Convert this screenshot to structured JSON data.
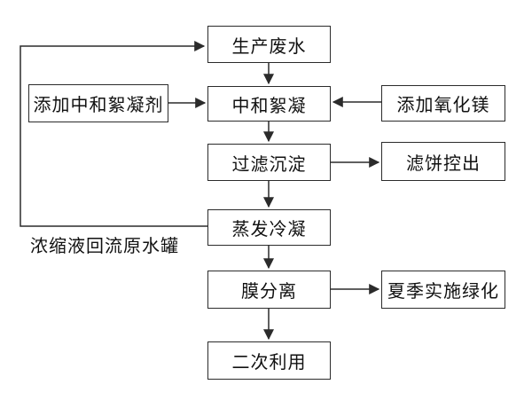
{
  "diagram": {
    "type": "flowchart",
    "nodes": {
      "production_wastewater": "生产废水",
      "add_flocculant": "添加中和絮凝剂",
      "neutralization_flocculation": "中和絮凝",
      "add_magnesium_oxide": "添加氧化镁",
      "filtration_sedimentation": "过滤沉淀",
      "filter_cake_discharge": "滤饼控出",
      "evaporation_condensation": "蒸发冷凝",
      "membrane_separation": "膜分离",
      "summer_greening": "夏季实施绿化",
      "secondary_use": "二次利用"
    },
    "labels": {
      "recycle_note": "浓缩液回流原水罐"
    },
    "edges": [
      {
        "from": "production_wastewater",
        "to": "neutralization_flocculation"
      },
      {
        "from": "add_flocculant",
        "to": "neutralization_flocculation"
      },
      {
        "from": "add_magnesium_oxide",
        "to": "neutralization_flocculation"
      },
      {
        "from": "neutralization_flocculation",
        "to": "filtration_sedimentation"
      },
      {
        "from": "filtration_sedimentation",
        "to": "filter_cake_discharge"
      },
      {
        "from": "filtration_sedimentation",
        "to": "evaporation_condensation"
      },
      {
        "from": "evaporation_condensation",
        "to": "production_wastewater",
        "note": "浓缩液回流原水罐"
      },
      {
        "from": "evaporation_condensation",
        "to": "membrane_separation"
      },
      {
        "from": "membrane_separation",
        "to": "summer_greening"
      },
      {
        "from": "membrane_separation",
        "to": "secondary_use"
      }
    ],
    "colors": {
      "line": "#2b2b2b",
      "box_border": "#2b2b2b",
      "box_fill": "#ffffff",
      "text": "#111111",
      "background": "#ffffff"
    }
  }
}
